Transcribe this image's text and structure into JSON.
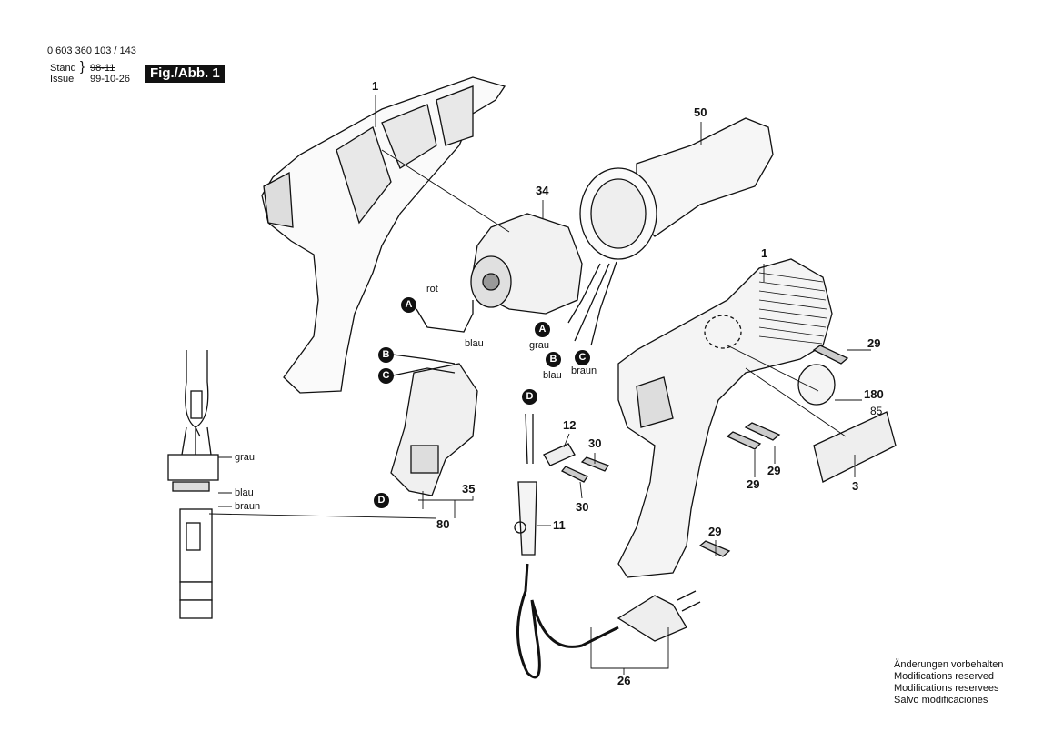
{
  "header": {
    "part_number": "0 603 360 103 / 143",
    "stand_label": "Stand",
    "stand_value": "98-11",
    "issue_label": "Issue",
    "issue_value": "99-10-26",
    "figure_label": "Fig./Abb. 1"
  },
  "callouts": {
    "housing_left": "1",
    "nozzle": "50",
    "motor": "34",
    "housing_right": "1",
    "screw_top": "29",
    "label_plate_a": "180",
    "label_plate_b": "85",
    "rating_label": "3",
    "screw_mid_a": "29",
    "screw_mid_b": "29",
    "screw_bottom": "29",
    "clamp": "12",
    "screw_clamp_a": "30",
    "screw_clamp_b": "30",
    "cable_sleeve": "11",
    "switch": "35",
    "switch_assembly": "80",
    "power_cord": "26"
  },
  "wires": {
    "rot": "rot",
    "blau_motor": "blau",
    "grau_heater": "grau",
    "blau_heater": "blau",
    "braun_heater": "braun",
    "grau_schematic": "grau",
    "blau_schematic": "blau",
    "braun_schematic": "braun"
  },
  "connectors": {
    "a": "A",
    "b": "B",
    "c": "C",
    "d": "D"
  },
  "notes": [
    "Änderungen vorbehalten",
    "Modifications reserved",
    "Modifications reservees",
    "Salvo modificaciones"
  ]
}
